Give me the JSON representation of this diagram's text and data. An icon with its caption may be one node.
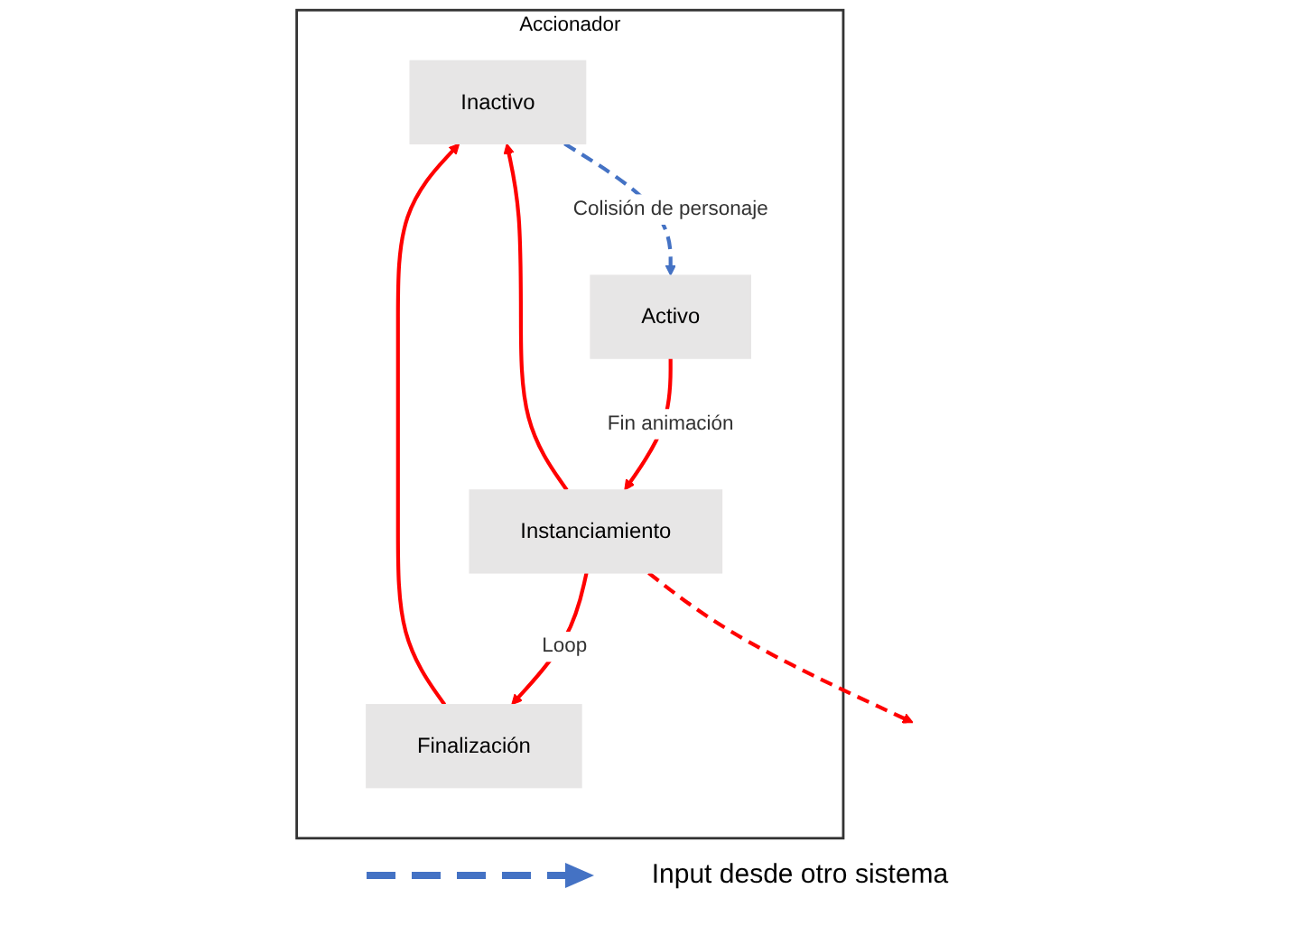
{
  "diagram": {
    "nodes": [
      {
        "text": [
          "Accionador"
        ]
      },
      {
        "text": [
          "Inactivo"
        ],
        "in": 0
      },
      {
        "text": [
          "Activo"
        ],
        "in": 0
      },
      {
        "text": [
          "Finalización"
        ],
        "in": 0
      },
      {
        "text": [
          "Instanciamiento"
        ],
        "in": 0
      }
    ],
    "edges": [
      {
        "from": 1,
        "to": 2,
        "arrow": "to",
        "label": "Colisión de personaje",
        "style": "dashed",
        "color": "#4472c4"
      },
      {
        "from": 2,
        "to": 4,
        "arrow": "to",
        "label": "Fin animación"
      },
      {
        "from": 4,
        "to": 1,
        "arrow": "to"
      },
      {
        "from": 3,
        "to": 1,
        "arrow": "to"
      },
      {
        "from": 4,
        "to": 3,
        "arrow": "to",
        "label": "Loop"
      },
      {
        "from": 4,
        "to": null,
        "arrow": "to",
        "style": "dashed"
      }
    ],
    "legend": [
      {
        "text": "Input desde otro sistema"
      }
    ]
  }
}
